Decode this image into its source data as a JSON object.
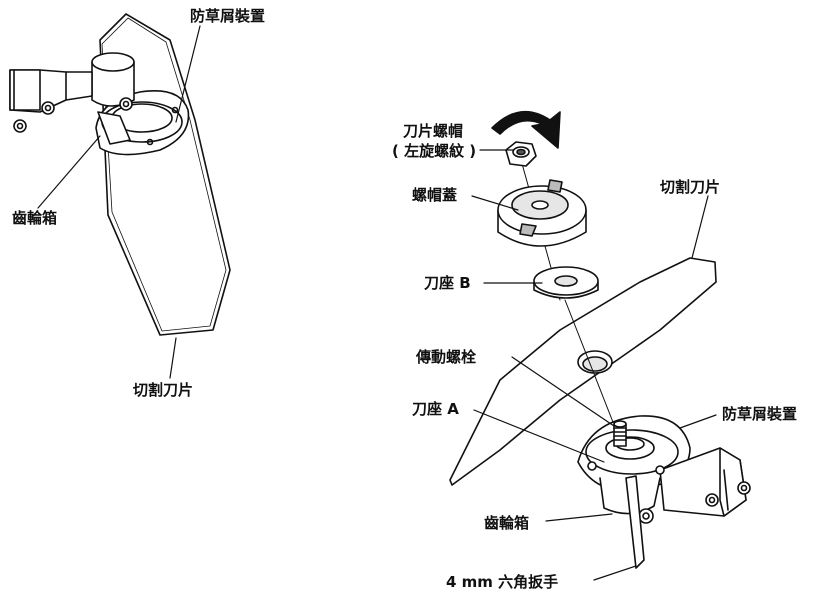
{
  "labels": {
    "left_guard": "防草屑裝置",
    "left_gearbox": "齒輪箱",
    "left_blade": "切割刀片",
    "blade_nut_line1": "刀片螺帽",
    "blade_nut_line2": "( 左旋螺紋 )",
    "nut_cover": "螺帽蓋",
    "right_blade": "切割刀片",
    "holder_b": "刀座 B",
    "drive_bolt": "傳動螺栓",
    "holder_a": "刀座 A",
    "right_guard": "防草屑裝置",
    "right_gearbox": "齒輪箱",
    "hex_wrench": "4 mm 六角扳手"
  },
  "colors": {
    "line": "#111111",
    "fill": "#ffffff",
    "shade": "#d9d9d9",
    "dark": "#8a8a8a"
  }
}
